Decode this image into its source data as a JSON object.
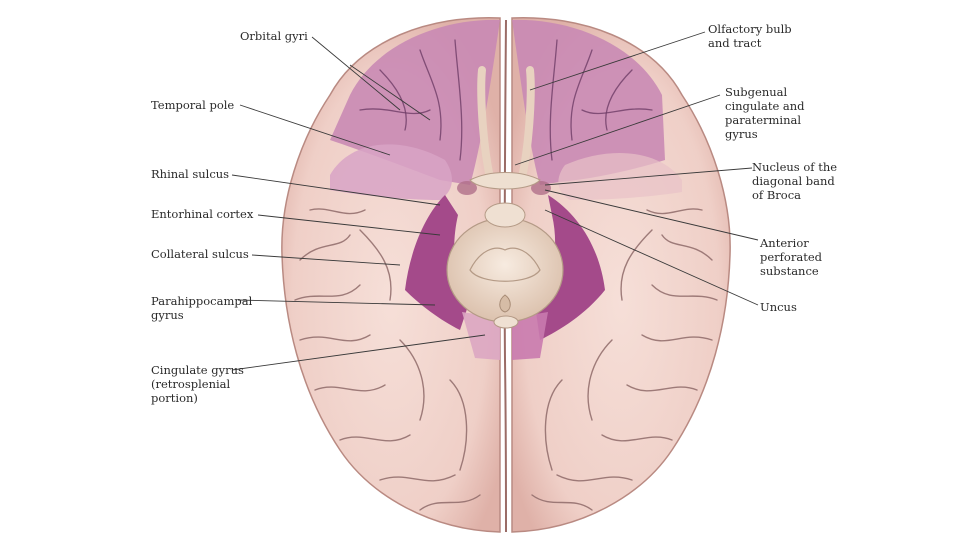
{
  "labels": {
    "orbital_gyri": [
      "Orbital gyri"
    ],
    "temporal_pole": [
      "Temporal pole"
    ],
    "rhinal_sulcus": [
      "Rhinal sulcus"
    ],
    "entorhinal_cortex": [
      "Entorhinal cortex"
    ],
    "collateral_sulcus": [
      "Collateral sulcus"
    ],
    "parahippocampal_gyrus": [
      "Parahippocampal",
      "gyrus"
    ],
    "cingulate_gyrus": [
      "Cingulate gyrus",
      "(retrosplenial",
      "portion)"
    ],
    "olfactory_bulb": [
      "Olfactory bulb",
      "and tract"
    ],
    "subgenual_cingulate": [
      "Subgenual",
      "cingulate and",
      "paraterminal",
      "gyrus"
    ],
    "nucleus_diagonal_band": [
      "Nucleus of the",
      "diagonal band",
      "of Broca"
    ],
    "anterior_perforated": [
      "Anterior",
      "perforated",
      "substance"
    ],
    "uncus": [
      "Uncus"
    ]
  },
  "colors": {
    "cortex": "#f3d6cf",
    "cortex_shade": "#e7bfb7",
    "limbic_light": "#c88cb7",
    "limbic_dark": "#a54c8c",
    "brainstem": "#efdcc9"
  }
}
